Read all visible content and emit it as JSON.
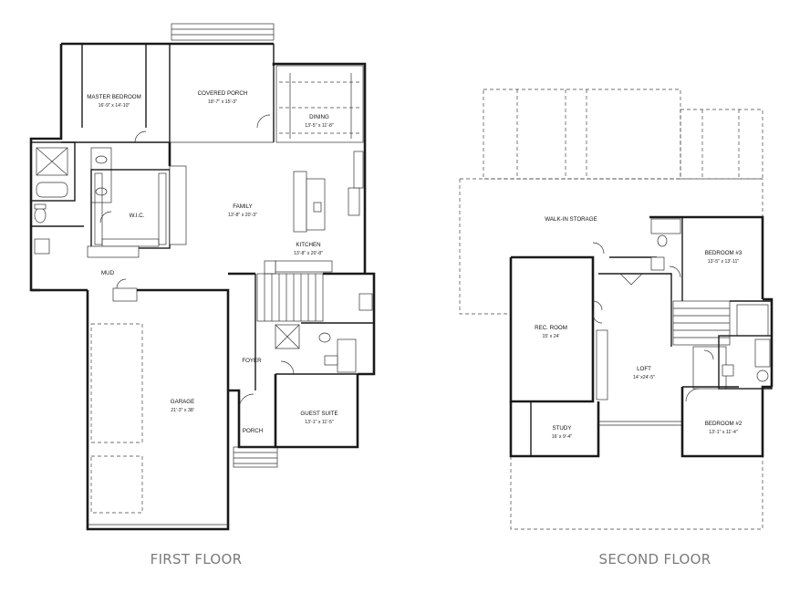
{
  "floors": {
    "first": {
      "title": "FIRST FLOOR",
      "rooms": {
        "master_bedroom": {
          "name": "MASTER BEDROOM",
          "dim": "16'-9\" x 14'-10\""
        },
        "covered_porch": {
          "name": "COVERED PORCH",
          "dim": "18'-7\" x 15'-3\""
        },
        "dining": {
          "name": "DINING",
          "dim": "13'-5\" x 11'-8\""
        },
        "wic": {
          "name": "W.I.C."
        },
        "family": {
          "name": "FAMILY",
          "dim": "13'-8\" x 20'-3\""
        },
        "kitchen": {
          "name": "KITCHEN",
          "dim": "13'-8\" x 20'-8\""
        },
        "mud": {
          "name": "MUD"
        },
        "foyer": {
          "name": "FOYER"
        },
        "garage": {
          "name": "GARAGE",
          "dim": "21'-3\" x 38'"
        },
        "guest_suite": {
          "name": "GUEST SUITE",
          "dim": "13'-1\" x 11'-5\""
        },
        "porch": {
          "name": "PORCH"
        }
      }
    },
    "second": {
      "title": "SECOND FLOOR",
      "rooms": {
        "walk_in_storage": {
          "name": "WALK-IN STORAGE"
        },
        "bedroom3": {
          "name": "BEDROOM #3",
          "dim": "13'-5\" x 13'-11\""
        },
        "rec_room": {
          "name": "REC. ROOM",
          "dim": "15' x 24'"
        },
        "loft": {
          "name": "LOFT",
          "dim": "14' x24'-5\""
        },
        "study": {
          "name": "STUDY",
          "dim": "16' x 9'-4\""
        },
        "bedroom2": {
          "name": "BEDROOM #2",
          "dim": "13'-1\" x 11'-4\""
        }
      }
    }
  }
}
